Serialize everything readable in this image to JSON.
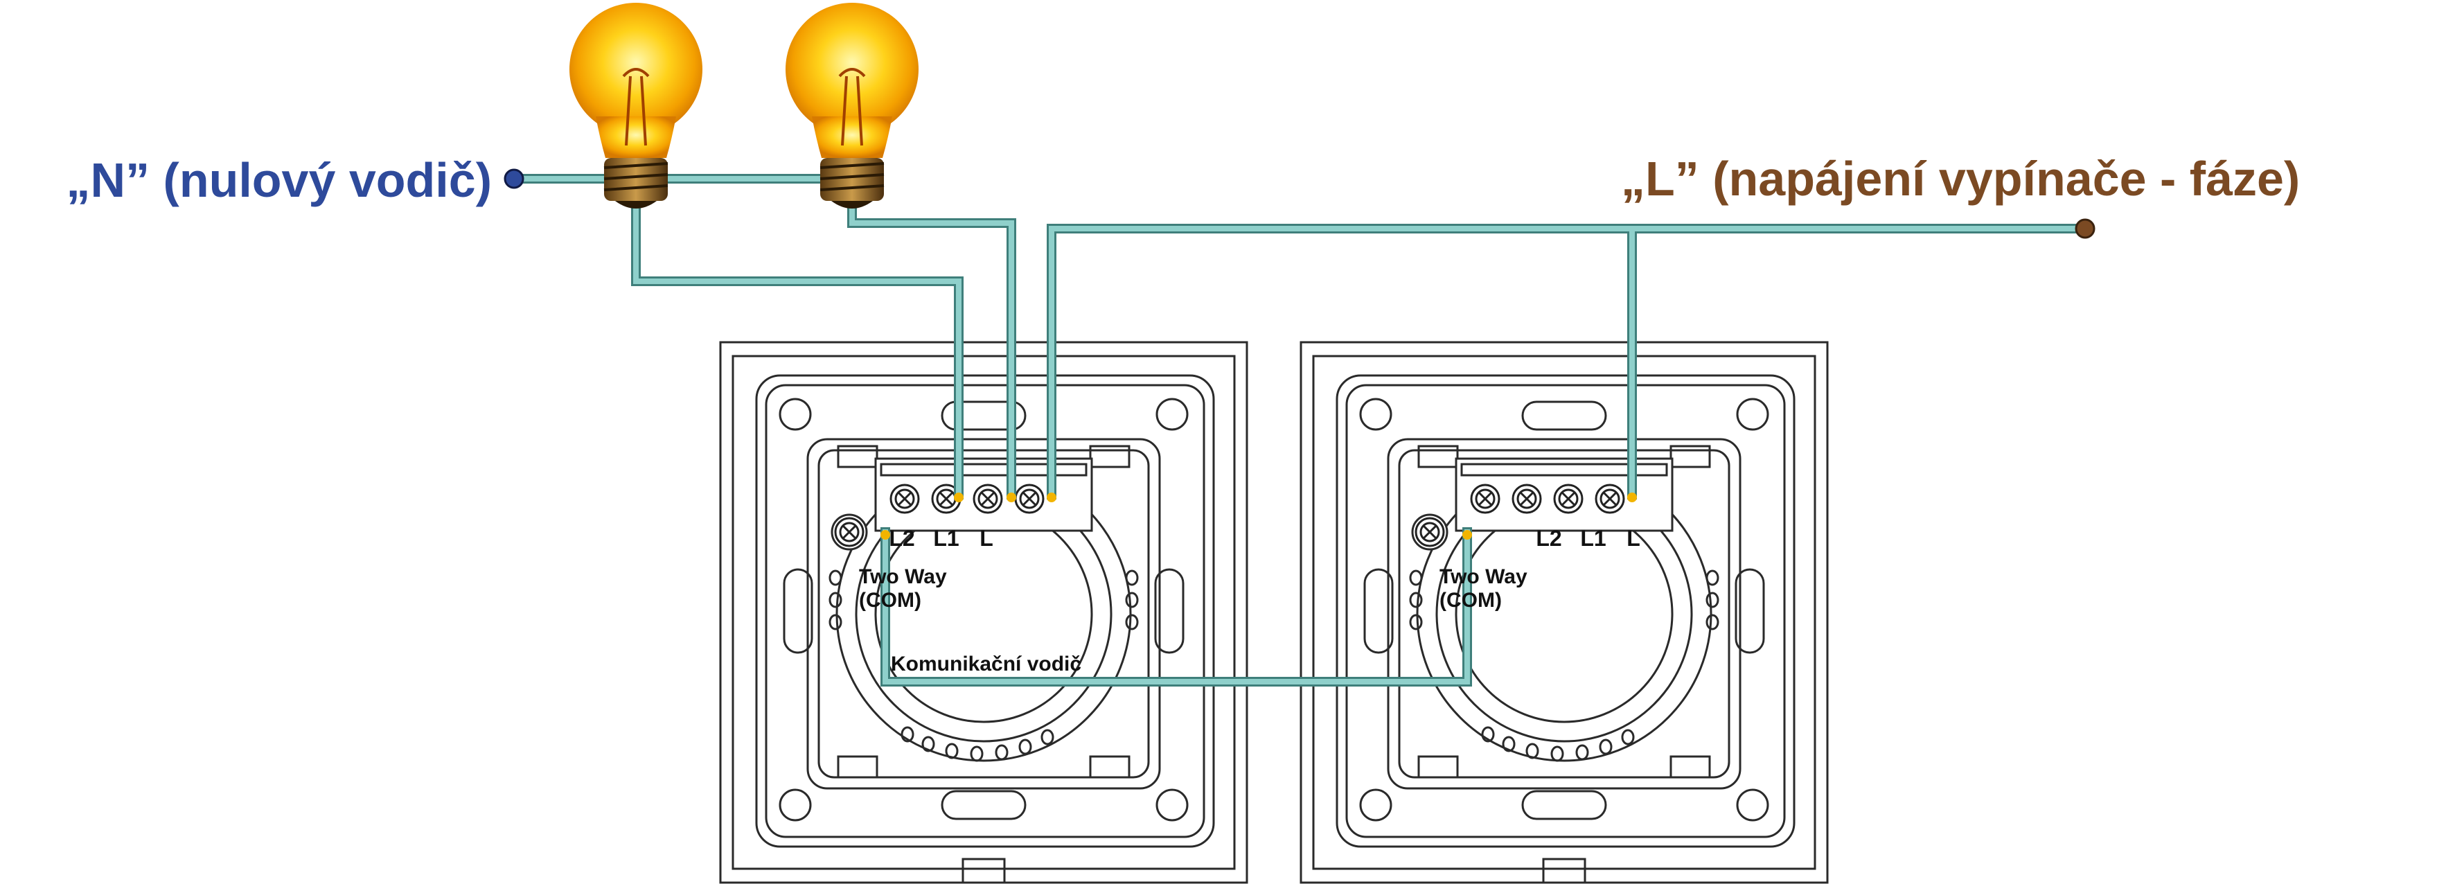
{
  "labels": {
    "neutral": "„N” (nulový vodič)",
    "line": "„L” (napájení vypínače - fáze)",
    "communication_wire": "Komunikační vodič"
  },
  "switch_left": {
    "terminals": [
      "L2",
      "L1",
      "L"
    ],
    "com_line1": "Two Way",
    "com_line2": "(COM)"
  },
  "switch_right": {
    "terminals": [
      "L2",
      "L1",
      "L"
    ],
    "com_line1": "Two Way",
    "com_line2": "(COM)"
  },
  "colors": {
    "neutral_label": "#2e4a9b",
    "line_label": "#7b4a23",
    "wire": "#6fb2ad",
    "wire_edge": "#3f7f7b",
    "outline": "#2a2a2a"
  }
}
